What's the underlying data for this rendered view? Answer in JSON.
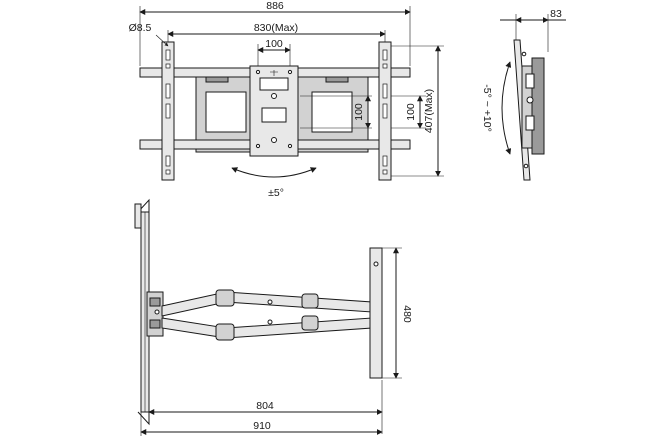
{
  "dimensions": {
    "overall_width": "886",
    "hole_diameter": "Ø8.5",
    "max_width": "830(Max)",
    "plate_width": "100",
    "plate_height_left": "100",
    "plate_height_right": "100",
    "max_height": "407(Max)",
    "swivel": "±5°",
    "depth": "83",
    "tilt": "-5° ~ +10°",
    "wall_plate_height": "480",
    "arm_extension": "804",
    "total_extension": "910"
  }
}
